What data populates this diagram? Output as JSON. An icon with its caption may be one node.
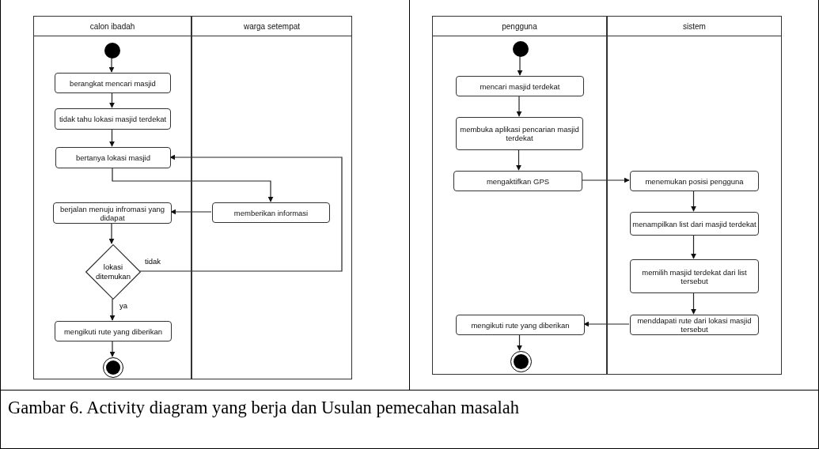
{
  "diagram": {
    "caption": "Gambar 6. Activity diagram yang berja dan Usulan pemecahan masalah",
    "nodes": [
      {
        "text": [
          "calon ibadah"
        ]
      },
      {
        "text": [
          "warga setempat"
        ]
      },
      {
        "text": [],
        "shape": "circle",
        "in": 0
      },
      {
        "text": [
          "berangkat mencari masjid"
        ],
        "in": 0
      },
      {
        "text": [
          "tidak tahu lokasi masjid terdekat"
        ],
        "in": 0
      },
      {
        "text": [
          "bertanya lokasi masjid"
        ],
        "in": 0
      },
      {
        "text": [
          "memberikan informasi"
        ],
        "in": 1
      },
      {
        "text": [
          "berjalan menuju infromasi yang didapat"
        ],
        "in": 0
      },
      {
        "text": [
          "lokasi ditemukan"
        ],
        "in": 0
      },
      {
        "text": [
          "mengikuti rute yang diberikan"
        ],
        "in": 0
      },
      {
        "text": [],
        "shape": "bullseye",
        "in": 0
      },
      {
        "text": [
          "pengguna"
        ]
      },
      {
        "text": [
          "sistem"
        ]
      },
      {
        "text": [],
        "shape": "circle",
        "in": 11
      },
      {
        "text": [
          "mencari masjid terdekat"
        ],
        "in": 11
      },
      {
        "text": [
          "membuka aplikasi pencarian masjid terdekat"
        ],
        "in": 11
      },
      {
        "text": [
          "mengaktifkan GPS"
        ],
        "in": 11
      },
      {
        "text": [
          "menemukan posisi pengguna"
        ],
        "in": 12
      },
      {
        "text": [
          "menampilkan list dari masjid terdekat"
        ],
        "in": 12
      },
      {
        "text": [
          "memilih masjid terdekat dari list tersebut"
        ],
        "in": 12
      },
      {
        "text": [
          "menddapati rute dari lokasi masjid tersebut"
        ],
        "in": 12
      },
      {
        "text": [
          "mengikuti rute yang diberikan"
        ],
        "in": 11
      },
      {
        "text": [],
        "shape": "bullseye",
        "in": 11
      }
    ],
    "edges": [
      {
        "from": 2,
        "to": 3,
        "arrow": "to"
      },
      {
        "from": 3,
        "to": 4,
        "arrow": "to"
      },
      {
        "from": 4,
        "to": 5,
        "arrow": "to"
      },
      {
        "from": 5,
        "to": 6,
        "arrow": "to"
      },
      {
        "from": 6,
        "to": 7,
        "arrow": "to"
      },
      {
        "from": 7,
        "to": 8,
        "arrow": "to"
      },
      {
        "from": 8,
        "to": 5,
        "arrow": "to",
        "label": "tidak"
      },
      {
        "from": 8,
        "to": 9,
        "arrow": "to",
        "label": "ya"
      },
      {
        "from": 9,
        "to": 10,
        "arrow": "to"
      },
      {
        "from": 13,
        "to": 14,
        "arrow": "to"
      },
      {
        "from": 14,
        "to": 15,
        "arrow": "to"
      },
      {
        "from": 15,
        "to": 16,
        "arrow": "to"
      },
      {
        "from": 16,
        "to": 17,
        "arrow": "to"
      },
      {
        "from": 17,
        "to": 18,
        "arrow": "to"
      },
      {
        "from": 18,
        "to": 19,
        "arrow": "to"
      },
      {
        "from": 19,
        "to": 20,
        "arrow": "to"
      },
      {
        "from": 20,
        "to": 21,
        "arrow": "to"
      },
      {
        "from": 21,
        "to": 22,
        "arrow": "to"
      }
    ]
  }
}
